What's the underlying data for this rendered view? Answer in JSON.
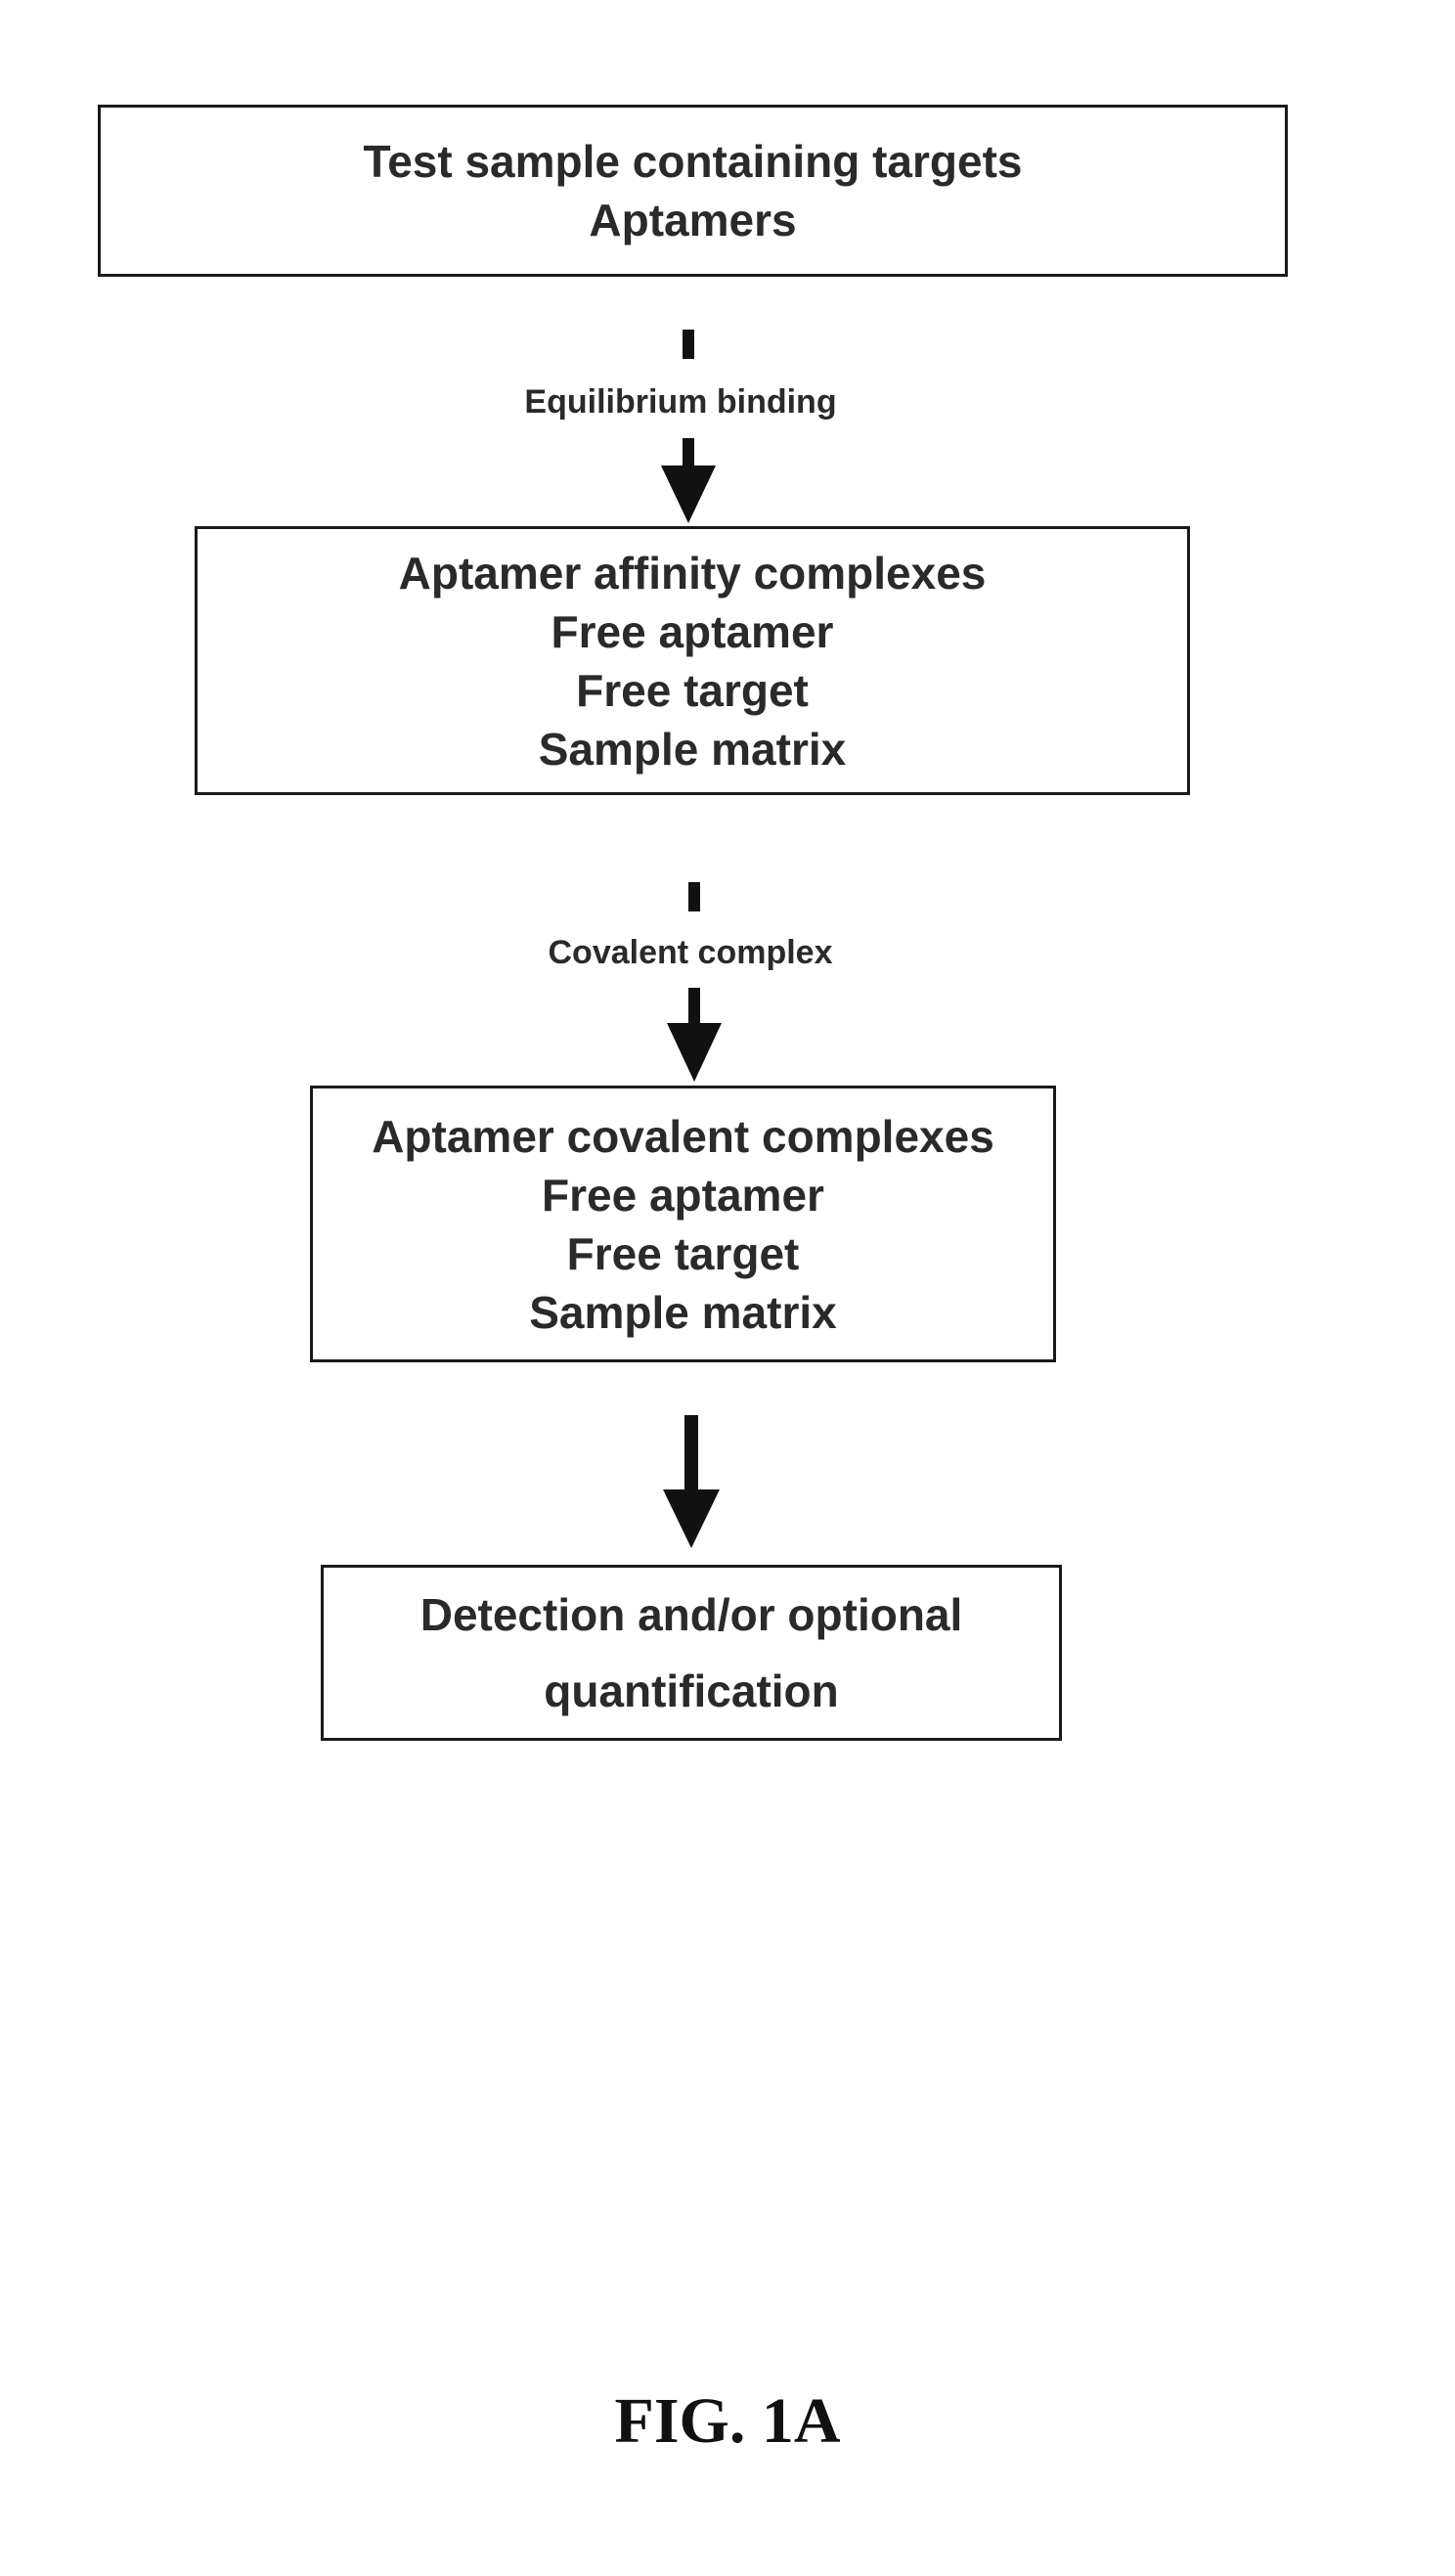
{
  "diagram": {
    "boxes": [
      {
        "lines": [
          "Test sample containing targets",
          "Aptamers"
        ]
      },
      {
        "lines": [
          "Aptamer affinity complexes",
          "Free aptamer",
          "Free target",
          "Sample matrix"
        ]
      },
      {
        "lines": [
          "Aptamer covalent complexes",
          "Free aptamer",
          "Free target",
          "Sample matrix"
        ]
      },
      {
        "lines": [
          "Detection and/or optional",
          "quantification"
        ]
      }
    ],
    "steps": [
      {
        "label": "Equilibrium binding"
      },
      {
        "label": "Covalent complex"
      },
      {
        "label": ""
      }
    ]
  },
  "caption": "FIG. 1A"
}
